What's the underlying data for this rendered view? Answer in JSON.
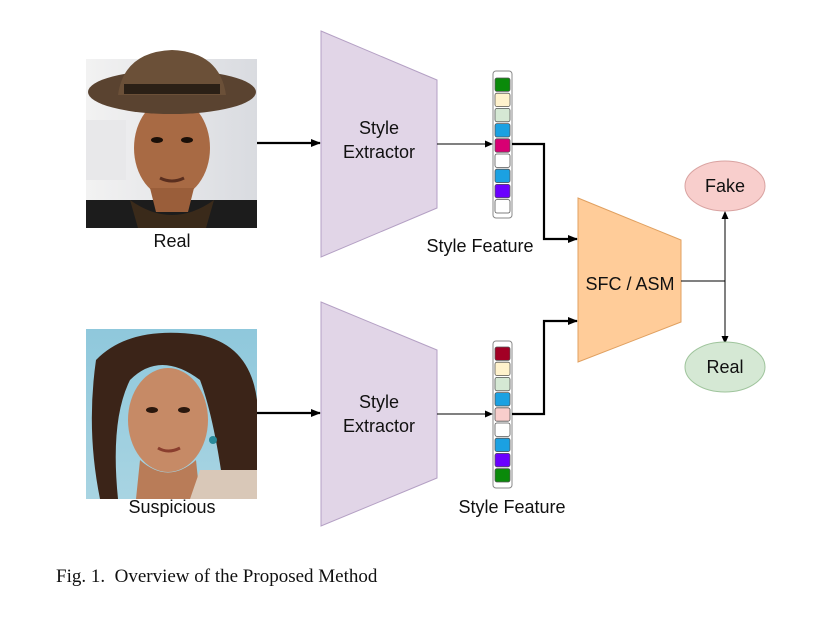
{
  "inputs": {
    "real_label": "Real",
    "suspicious_label": "Suspicious"
  },
  "extractor": {
    "line1": "Style",
    "line2": "Extractor"
  },
  "feature_label": "Style Feature",
  "classifier_label": "SFC / ASM",
  "outputs": {
    "fake": "Fake",
    "real": "Real"
  },
  "caption": "Fig. 1.  Overview of the Proposed Method",
  "colors": {
    "extractor_fill": "#e1d5e7",
    "extractor_stroke": "#b4a0c4",
    "classifier_fill": "#ffcc99",
    "classifier_stroke": "#e0a060",
    "fake_fill": "#f8cecc",
    "fake_text": "#e31a1c",
    "real_fill": "#d5e8d4",
    "top_feature_cells": [
      "#0a8a0a",
      "#fff2cc",
      "#d5e8d4",
      "#1ba1e2",
      "#d80073",
      "#ffffff",
      "#1ba1e2",
      "#6a00ff",
      "#ffffff"
    ],
    "bottom_feature_cells": [
      "#a20025",
      "#fff2cc",
      "#d5e8d4",
      "#1ba1e2",
      "#f8cecc",
      "#ffffff",
      "#1ba1e2",
      "#6a00ff",
      "#0a8a0a"
    ]
  }
}
